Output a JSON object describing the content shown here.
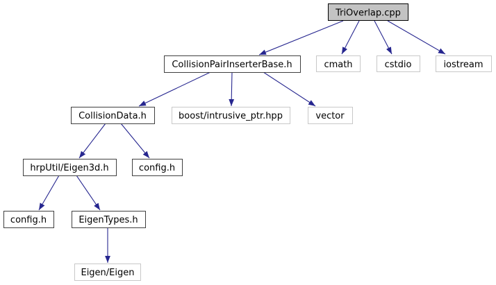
{
  "diagram": {
    "kind": "include-dependency-graph",
    "root_file": "TriOverlap.cpp",
    "colors": {
      "background": "#ffffff",
      "root_node_fill": "#c3c3c3",
      "root_node_border": "#000000",
      "linked_node_border": "#3f3f3f",
      "external_node_border": "#c8c8c8",
      "node_fill": "#ffffff",
      "edge_arrow": "#26268f",
      "text": "#000000"
    },
    "nodes": [
      {
        "label": "TriOverlap.cpp",
        "kind": "root"
      },
      {
        "label": "CollisionPairInserterBase.h",
        "kind": "linked"
      },
      {
        "label": "cmath",
        "kind": "external"
      },
      {
        "label": "cstdio",
        "kind": "external"
      },
      {
        "label": "iostream",
        "kind": "external"
      },
      {
        "label": "CollisionData.h",
        "kind": "linked"
      },
      {
        "label": "boost/intrusive_ptr.hpp",
        "kind": "external"
      },
      {
        "label": "vector",
        "kind": "external"
      },
      {
        "label": "hrpUtil/Eigen3d.h",
        "kind": "linked"
      },
      {
        "label": "config.h",
        "kind": "linked"
      },
      {
        "label": "config.h",
        "kind": "linked"
      },
      {
        "label": "EigenTypes.h",
        "kind": "linked"
      },
      {
        "label": "Eigen/Eigen",
        "kind": "external"
      }
    ],
    "edges": [
      {
        "from": "TriOverlap.cpp",
        "to": "CollisionPairInserterBase.h"
      },
      {
        "from": "TriOverlap.cpp",
        "to": "cmath"
      },
      {
        "from": "TriOverlap.cpp",
        "to": "cstdio"
      },
      {
        "from": "TriOverlap.cpp",
        "to": "iostream"
      },
      {
        "from": "CollisionPairInserterBase.h",
        "to": "CollisionData.h"
      },
      {
        "from": "CollisionPairInserterBase.h",
        "to": "boost/intrusive_ptr.hpp"
      },
      {
        "from": "CollisionPairInserterBase.h",
        "to": "vector"
      },
      {
        "from": "CollisionData.h",
        "to": "hrpUtil/Eigen3d.h"
      },
      {
        "from": "CollisionData.h",
        "to": "config.h"
      },
      {
        "from": "hrpUtil/Eigen3d.h",
        "to": "config.h"
      },
      {
        "from": "hrpUtil/Eigen3d.h",
        "to": "EigenTypes.h"
      },
      {
        "from": "EigenTypes.h",
        "to": "Eigen/Eigen"
      }
    ]
  }
}
